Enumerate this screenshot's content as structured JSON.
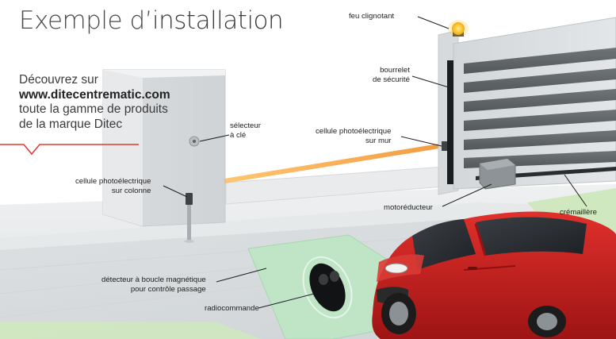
{
  "title": {
    "prefix": "Exemple d’",
    "main": "installation"
  },
  "promo": {
    "line1": "Découvrez sur",
    "url": "www.ditecentrematic.com",
    "line3": "toute la gamme de produits",
    "line4": "de la marque Ditec"
  },
  "labels": {
    "feu_clignotant": "feu clignotant",
    "bourrelet_1": "bourrelet",
    "bourrelet_2": "de sécurité",
    "selecteur_1": "sélecteur",
    "selecteur_2": "à clé",
    "cellule_mur_1": "cellule photoélectrique",
    "cellule_mur_2": "sur mur",
    "cellule_colonne_1": "cellule photoélectrique",
    "cellule_colonne_2": "sur colonne",
    "motoreducteur": "motoréducteur",
    "cremaillere": "crémaillère",
    "detecteur_1": "détecteur à boucle magnétique",
    "detecteur_2": "pour contrôle passage",
    "radiocommande": "radiocommande"
  },
  "colors": {
    "accent": "#e03a3a",
    "beam": "#f5a623",
    "car": "#c81e1e",
    "loop": "#bfe5c6",
    "grass": "#cfe8bf"
  }
}
